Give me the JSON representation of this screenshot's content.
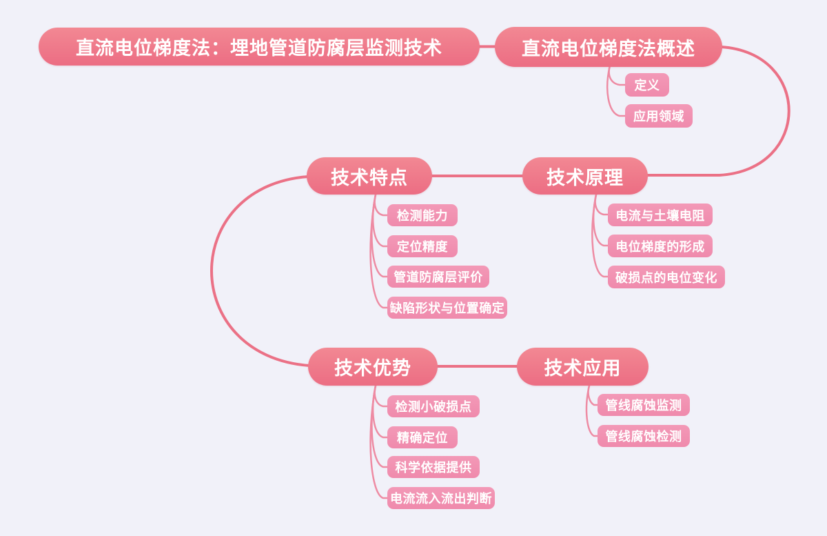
{
  "page": {
    "type": "mindmap",
    "background_color": "#f1f1f9",
    "main_node_color": "#ee7288",
    "leaf_node_color": "#f192b2",
    "edge_color": "#eb7186",
    "branch_edge_color": "#ee8ba3",
    "text_color": "#ffffff"
  },
  "mindmap": {
    "root": {
      "label": "直流电位梯度法：埋地管道防腐层监测技术"
    },
    "branches": [
      {
        "label": "直流电位梯度法概述",
        "children": [
          "定义",
          "应用领域"
        ]
      },
      {
        "label": "技术原理",
        "children": [
          "电流与土壤电阻",
          "电位梯度的形成",
          "破损点的电位变化"
        ]
      },
      {
        "label": "技术特点",
        "children": [
          "检测能力",
          "定位精度",
          "管道防腐层评价",
          "缺陷形状与位置确定"
        ]
      },
      {
        "label": "技术优势",
        "children": [
          "检测小破损点",
          "精确定位",
          "科学依据提供",
          "电流流入流出判断"
        ]
      },
      {
        "label": "技术应用",
        "children": [
          "管线腐蚀监测",
          "管线腐蚀检测"
        ]
      }
    ]
  }
}
